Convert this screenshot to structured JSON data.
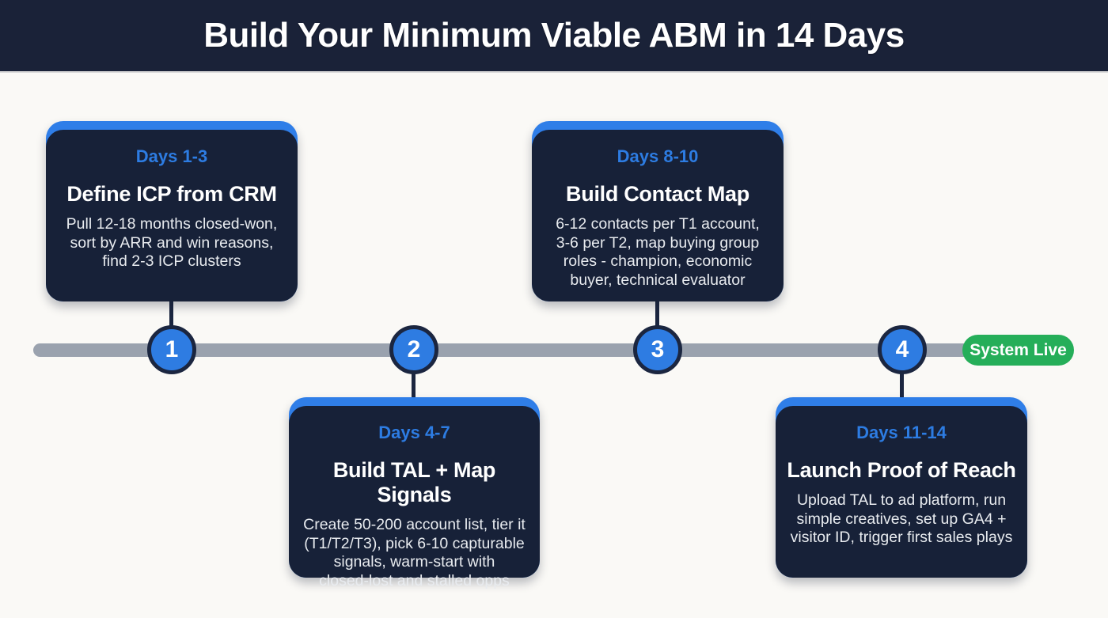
{
  "header": {
    "title": "Build Your Minimum Viable ABM in 14 Days"
  },
  "timeline": {
    "milestones": [
      {
        "number": "1"
      },
      {
        "number": "2"
      },
      {
        "number": "3"
      },
      {
        "number": "4"
      }
    ],
    "end_badge": "System Live"
  },
  "cards": [
    {
      "days": "Days 1-3",
      "title": "Define ICP from CRM",
      "desc": "Pull 12-18 months closed-won,\nsort by ARR and win reasons,\nfind 2-3 ICP clusters"
    },
    {
      "days": "Days 4-7",
      "title": "Build TAL + Map Signals",
      "desc": "Create 50-200 account list, tier it\n(T1/T2/T3), pick 6-10 capturable\nsignals, warm-start with\nclosed-lost and stalled opps"
    },
    {
      "days": "Days 8-10",
      "title": "Build Contact Map",
      "desc": "6-12 contacts per T1 account,\n3-6 per T2, map buying group\nroles - champion, economic\nbuyer, technical evaluator"
    },
    {
      "days": "Days 11-14",
      "title": "Launch Proof of Reach",
      "desc": "Upload TAL to ad platform, run\nsimple creatives, set up GA4 +\nvisitor ID, trigger first sales plays"
    }
  ],
  "colors": {
    "header_bg": "#1a2238",
    "card_bg": "#172138",
    "accent_blue": "#2e7ce2",
    "timeline_gray": "#9aa2ae",
    "circle_ring": "#1b2640",
    "badge_green": "#25ae59",
    "page_bg": "#faf9f6"
  }
}
